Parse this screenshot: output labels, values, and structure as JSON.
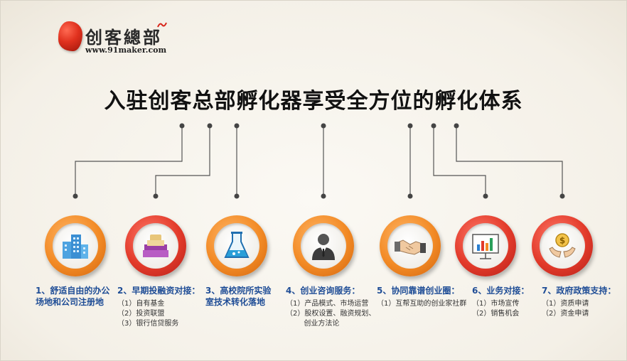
{
  "logo": {
    "name": "创客總部",
    "url": "www.91maker.com",
    "icon": "red-stone-logo"
  },
  "title": "入驻创客总部孵化器享受全方位的孵化体系",
  "colors": {
    "orange": "#f28a25",
    "red": "#e23a2a",
    "caption_blue": "#1f4d96",
    "connector": "#444444"
  },
  "items": [
    {
      "title_lines": [
        "1、舒适自由的办公",
        "场地和公司注册地"
      ],
      "details": [],
      "icon": "office-buildings-icon",
      "ring": "orange"
    },
    {
      "title_lines": [
        "2、早期投融资对接："
      ],
      "details": [
        "（1）自有基金",
        "（2）投资联盟",
        "（3）银行信贷服务"
      ],
      "icon": "money-stack-icon",
      "ring": "red"
    },
    {
      "title_lines": [
        "3、高校院所实验",
        "室技术转化落地"
      ],
      "details": [],
      "icon": "lab-flask-icon",
      "ring": "orange"
    },
    {
      "title_lines": [
        "4、创业咨询服务："
      ],
      "details": [
        "（1）产品模式、市场运营",
        "（2）股权设置、融资规划、",
        "        创业方法论"
      ],
      "icon": "consultant-person-icon",
      "ring": "orange"
    },
    {
      "title_lines": [
        "5、协同靠谱创业圈："
      ],
      "details": [
        "（1）互帮互助的创业家社群"
      ],
      "icon": "handshake-icon",
      "ring": "orange"
    },
    {
      "title_lines": [
        "6、业务对接："
      ],
      "details": [
        "（1）市场宣传",
        "（2）销售机会"
      ],
      "icon": "presentation-chart-icon",
      "ring": "red"
    },
    {
      "title_lines": [
        "7、政府政策支持："
      ],
      "details": [
        "（1）资质申请",
        "（2）资金申请"
      ],
      "icon": "coin-in-hands-icon",
      "ring": "red"
    }
  ]
}
